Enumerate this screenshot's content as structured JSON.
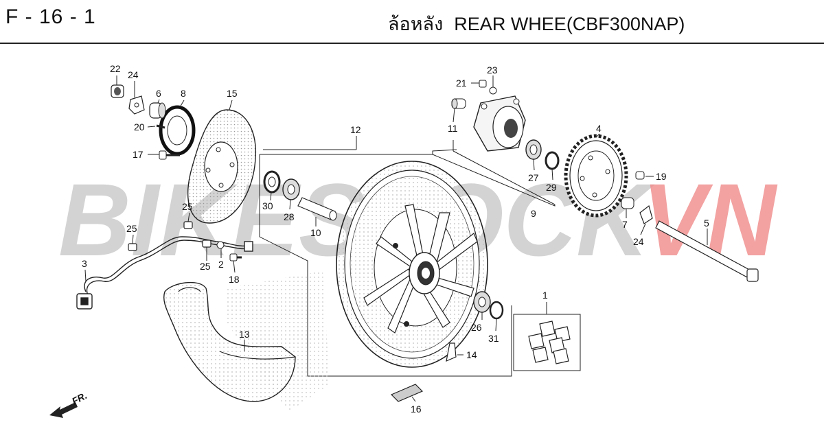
{
  "header": {
    "page_code": "F - 16 - 1",
    "title_th": "ล้อหลัง",
    "title_en": "REAR WHEE(CBF300NAP)"
  },
  "watermark": {
    "part1": "BIKESTOCK",
    "part2": "VN",
    "color1": "#c4c4c4",
    "color2": "#f08a8a"
  },
  "front_indicator": "FR.",
  "callouts": [
    "1",
    "2",
    "3",
    "4",
    "5",
    "6",
    "7",
    "8",
    "9",
    "10",
    "11",
    "12",
    "13",
    "14",
    "15",
    "16",
    "17",
    "18",
    "19",
    "20",
    "21",
    "22",
    "23",
    "24",
    "25",
    "26",
    "27",
    "28",
    "29",
    "30",
    "31"
  ],
  "callout_24b": "24",
  "callout_25b": "25",
  "callout_25c": "25"
}
